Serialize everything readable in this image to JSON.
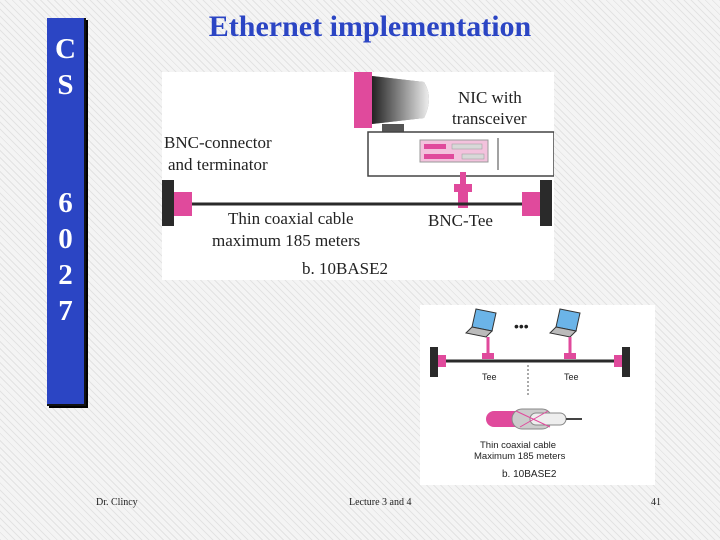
{
  "slide": {
    "side_letters": [
      "C",
      "S",
      "6",
      "0",
      "2",
      "7"
    ],
    "title": "Ethernet implementation",
    "footer": {
      "author": "Dr. Clincy",
      "lecture": "Lecture 3 and 4",
      "page": "41"
    }
  },
  "figure1": {
    "nic_label_line1": "NIC with",
    "nic_label_line2": "transceiver",
    "bnc_label_line1": "BNC-connector",
    "bnc_label_line2": "and terminator",
    "cable_label_line1": "Thin coaxial cable",
    "cable_label_line2": "maximum 185 meters",
    "tee_label": "BNC-Tee",
    "caption": "b. 10BASE2"
  },
  "figure2": {
    "ellipsis": "•••",
    "tee_left": "Tee",
    "tee_right": "Tee",
    "cable_label_line1": "Thin coaxial cable",
    "cable_label_line2": "Maximum 185 meters",
    "caption": "b. 10BASE2"
  },
  "colors": {
    "accent_blue": "#2b45c4",
    "magenta": "#e04a9c",
    "dark": "#2a2a2a"
  }
}
